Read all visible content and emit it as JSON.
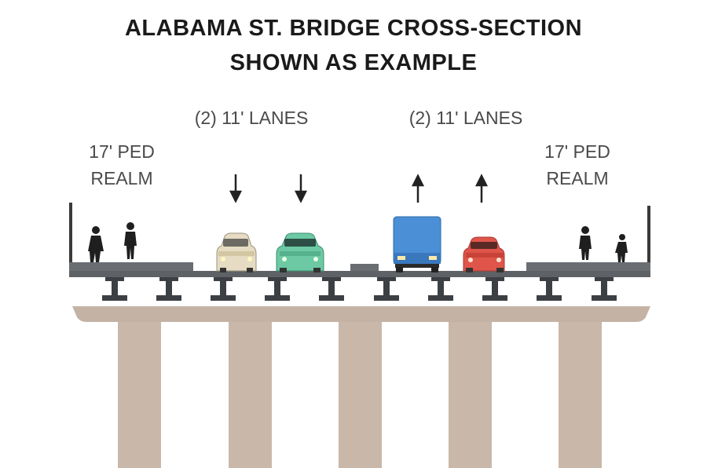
{
  "title": {
    "line1": "ALABAMA ST. BRIDGE CROSS-SECTION",
    "line2": "SHOWN AS EXAMPLE"
  },
  "labels": {
    "lanes_left": "(2) 11' LANES",
    "lanes_right": "(2) 11' LANES",
    "ped_left_line1": "17' PED",
    "ped_left_line2": "REALM",
    "ped_right_line1": "17' PED",
    "ped_right_line2": "REALM"
  },
  "colors": {
    "deck": "#5e6266",
    "girder": "#3c4044",
    "pier": "#c9b8aa",
    "cap": "#c4b3a5",
    "car_cream": "#e6dcc3",
    "car_green": "#6cc9a4",
    "van_blue": "#4b8fd6",
    "car_red": "#e0554a"
  },
  "icons": {
    "arrow_down": "arrow-down-icon",
    "arrow_up": "arrow-up-icon",
    "pedestrian": "pedestrian-icon",
    "car": "car-icon",
    "van": "van-icon"
  }
}
